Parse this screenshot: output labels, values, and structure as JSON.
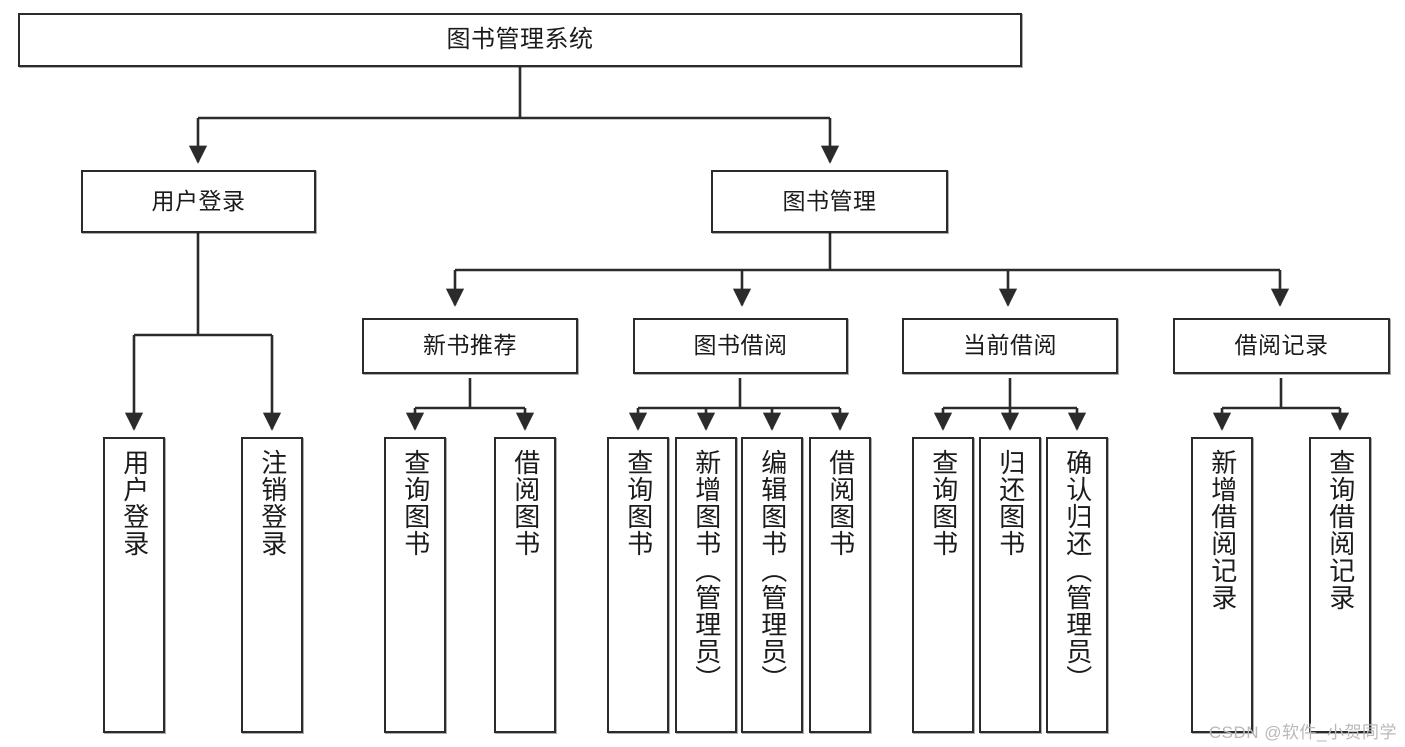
{
  "diagram": {
    "type": "tree-hierarchy",
    "title": "图书管理系统",
    "watermark": "CSDN @软件_小贺同学",
    "colors": {
      "box_border": "#2b2b2b",
      "box_fill": "#ffffff",
      "edge": "#2b2b2b",
      "text": "#1b1b1b",
      "watermark": "#b9b9b9"
    },
    "nodes": {
      "root": {
        "label": "图书管理系统",
        "orientation": "horizontal"
      },
      "level2": [
        {
          "id": "user-login",
          "label": "用户登录",
          "orientation": "horizontal"
        },
        {
          "id": "book-manage",
          "label": "图书管理",
          "orientation": "horizontal"
        }
      ],
      "level3": [
        {
          "id": "new-book-recommend",
          "label": "新书推荐",
          "orientation": "horizontal"
        },
        {
          "id": "book-borrow",
          "label": "图书借阅",
          "orientation": "horizontal"
        },
        {
          "id": "current-borrow",
          "label": "当前借阅",
          "orientation": "horizontal"
        },
        {
          "id": "borrow-record",
          "label": "借阅记录",
          "orientation": "horizontal"
        }
      ],
      "leaves": [
        {
          "id": "leaf-user-login",
          "label": "用户登录",
          "parent": "user-login",
          "orientation": "vertical"
        },
        {
          "id": "leaf-logout-login",
          "label": "注销登录",
          "parent": "user-login",
          "orientation": "vertical"
        },
        {
          "id": "leaf-query-book-1",
          "label": "查询图书",
          "parent": "new-book-recommend",
          "orientation": "vertical"
        },
        {
          "id": "leaf-borrow-book-1",
          "label": "借阅图书",
          "parent": "new-book-recommend",
          "orientation": "vertical"
        },
        {
          "id": "leaf-query-book-2",
          "label": "查询图书",
          "parent": "book-borrow",
          "orientation": "vertical"
        },
        {
          "id": "leaf-add-book",
          "label": "新增图书（管理员）",
          "parent": "book-borrow",
          "orientation": "vertical"
        },
        {
          "id": "leaf-edit-book",
          "label": "编辑图书（管理员）",
          "parent": "book-borrow",
          "orientation": "vertical"
        },
        {
          "id": "leaf-borrow-book-2",
          "label": "借阅图书",
          "parent": "book-borrow",
          "orientation": "vertical"
        },
        {
          "id": "leaf-query-book-3",
          "label": "查询图书",
          "parent": "current-borrow",
          "orientation": "vertical"
        },
        {
          "id": "leaf-return-book",
          "label": "归还图书",
          "parent": "current-borrow",
          "orientation": "vertical"
        },
        {
          "id": "leaf-confirm-return",
          "label": "确认归还（管理员）",
          "parent": "current-borrow",
          "orientation": "vertical"
        },
        {
          "id": "leaf-add-record",
          "label": "新增借阅记录",
          "parent": "borrow-record",
          "orientation": "vertical"
        },
        {
          "id": "leaf-query-record",
          "label": "查询借阅记录",
          "parent": "borrow-record",
          "orientation": "vertical"
        }
      ]
    }
  }
}
